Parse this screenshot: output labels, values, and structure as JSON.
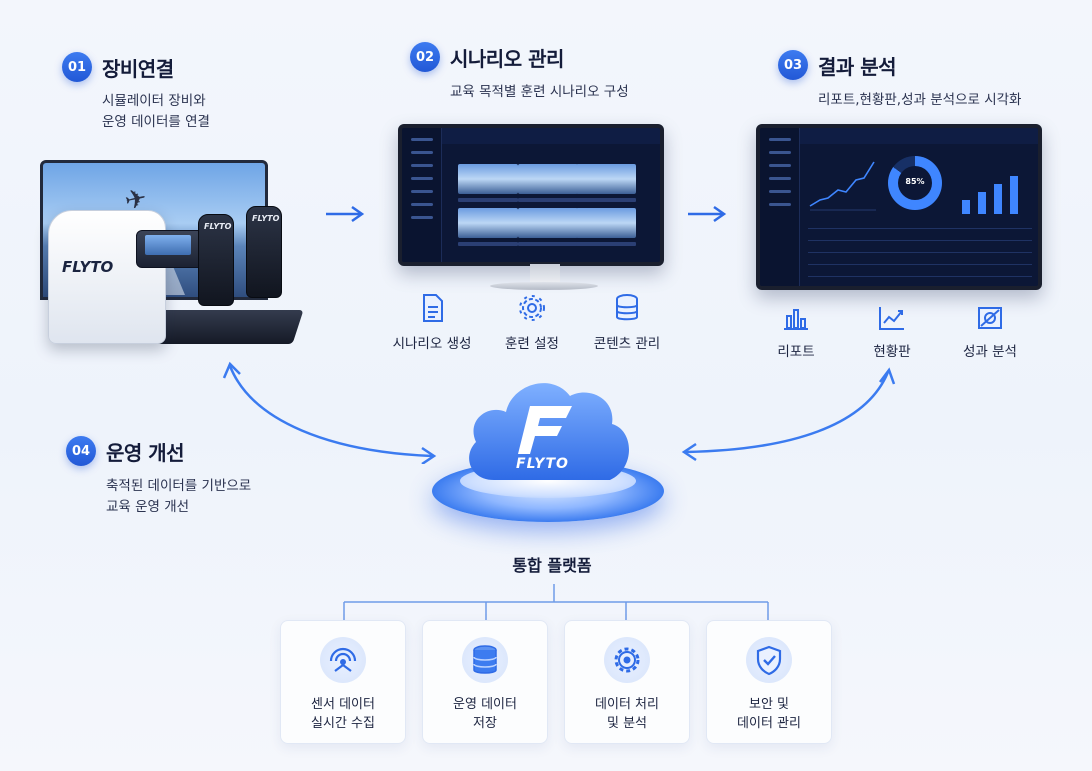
{
  "steps": {
    "s1": {
      "num": "01",
      "title": "장비연결",
      "desc1": "시뮬레이터 장비와",
      "desc2": "운영 데이터를 연결"
    },
    "s2": {
      "num": "02",
      "title": "시나리오 관리",
      "desc1": "교육 목적별 훈련 시나리오 구성"
    },
    "s3": {
      "num": "03",
      "title": "결과 분석",
      "desc1": "리포트,현황판,성과 분석으로 시각화"
    },
    "s4": {
      "num": "04",
      "title": "운영 개선",
      "desc1": "축적된 데이터를 기반으로",
      "desc2": "교육 운영 개선"
    }
  },
  "simulator": {
    "brand": "FLYTO",
    "seat_brand": "FLYTO"
  },
  "scenario_tools": [
    {
      "label": "시나리오 생성",
      "icon": "document-icon"
    },
    {
      "label": "훈련 설정",
      "icon": "gear-icon"
    },
    {
      "label": "콘텐츠 관리",
      "icon": "database-icon"
    }
  ],
  "result_tools": [
    {
      "label": "리포트",
      "icon": "bar-chart-icon"
    },
    {
      "label": "현황판",
      "icon": "line-chart-icon"
    },
    {
      "label": "성과 분석",
      "icon": "analysis-icon"
    }
  ],
  "dashboard": {
    "donut_value": "85%"
  },
  "platform": {
    "brand": "FLYTO",
    "title": "통합 플랫폼"
  },
  "features": [
    {
      "line1": "센서 데이터",
      "line2": "실시간 수집",
      "icon": "sensor-icon"
    },
    {
      "line1": "운영 데이터",
      "line2": "저장",
      "icon": "database-icon"
    },
    {
      "line1": "데이터 처리",
      "line2": "및 분석",
      "icon": "gear-icon"
    },
    {
      "line1": "보안 및",
      "line2": "데이터 관리",
      "icon": "shield-check-icon"
    }
  ],
  "colors": {
    "accent": "#2f6be6",
    "dark_navy": "#0c1736"
  }
}
